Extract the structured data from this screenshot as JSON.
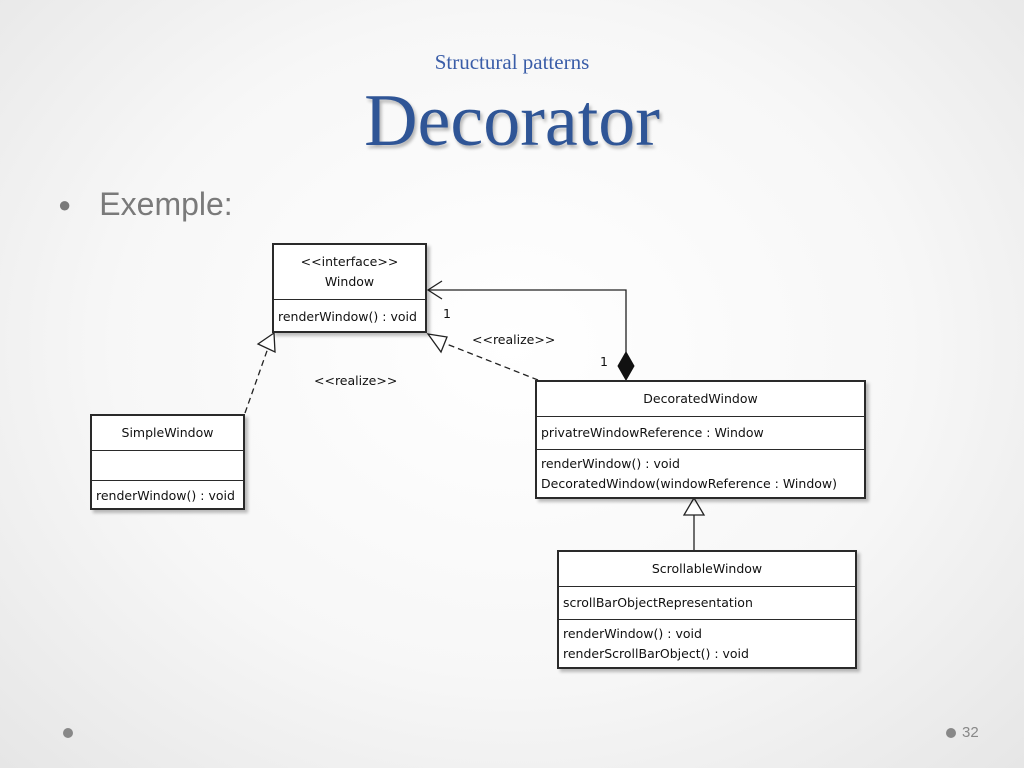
{
  "slide": {
    "subtitle": "Structural patterns",
    "title": "Decorator",
    "bullet": "Exemple:",
    "page_number": "32"
  },
  "diagram": {
    "classes": {
      "window": {
        "stereotype": "<<interface>>",
        "name": "Window",
        "operations": [
          "renderWindow() : void"
        ]
      },
      "simple_window": {
        "name": "SimpleWindow",
        "attributes": [],
        "operations": [
          "renderWindow() : void"
        ]
      },
      "decorated_window": {
        "name": "DecoratedWindow",
        "attributes": [
          "privatreWindowReference : Window"
        ],
        "operations": [
          "renderWindow() : void",
          "DecoratedWindow(windowReference : Window)"
        ]
      },
      "scrollable_window": {
        "name": "ScrollableWindow",
        "attributes": [
          "scrollBarObjectRepresentation"
        ],
        "operations": [
          "renderWindow() : void",
          "renderScrollBarObject() : void"
        ]
      }
    },
    "relations": {
      "realize_simple": "<<realize>>",
      "realize_decorated": "<<realize>>",
      "multiplicity_window_end": "1",
      "multiplicity_decorated_end": "1"
    }
  }
}
